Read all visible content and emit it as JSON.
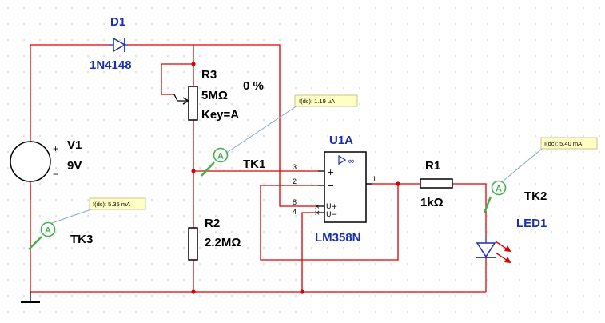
{
  "colors": {
    "wire": "#dd0000",
    "component": "#000000",
    "blue_label": "#1a2fb0",
    "probe_green": "#46b04a",
    "probe_fill": "#ffffc4",
    "probe_line": "#8aa8c8",
    "grid_dot": "#b8b8b8"
  },
  "components": {
    "d1": {
      "ref": "D1",
      "part": "1N4148"
    },
    "r3": {
      "ref": "R3",
      "value": "5MΩ",
      "key": "Key=A",
      "setting": "0 %"
    },
    "v1": {
      "ref": "V1",
      "value": "9V",
      "plus": "+",
      "minus": "−"
    },
    "r2": {
      "ref": "R2",
      "value": "2.2MΩ"
    },
    "u1a": {
      "ref": "U1A",
      "part": "LM358N",
      "pins": {
        "in_plus": "3",
        "in_minus": "2",
        "vplus": "8",
        "vminus": "4",
        "out": "1"
      },
      "marks": {
        "plus": "+",
        "minus": "−",
        "uplus": "U+",
        "uminus": "U−",
        "inf": "∞"
      }
    },
    "r1": {
      "ref": "R1",
      "value": "1kΩ"
    },
    "led1": {
      "ref": "LED1"
    }
  },
  "probes": {
    "tk1": {
      "name": "TK1",
      "reading": "I(dc): 1.19 uA",
      "icon": "ammeter-probe-icon"
    },
    "tk2": {
      "name": "TK2",
      "reading": "I(dc): 5.40 mA",
      "icon": "ammeter-probe-icon"
    },
    "tk3": {
      "name": "TK3",
      "reading": "I(dc): 5.35 mA",
      "icon": "ammeter-probe-icon"
    },
    "probe_letter": "A"
  }
}
